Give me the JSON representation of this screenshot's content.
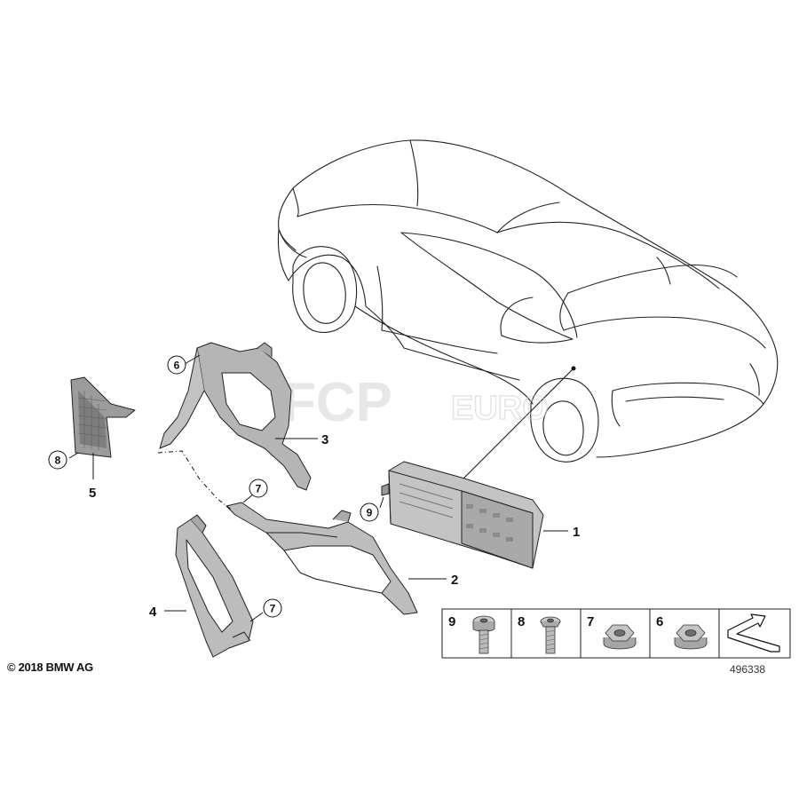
{
  "watermark": {
    "brand": "FCP",
    "suffix": "EURO"
  },
  "callouts": {
    "p1": "1",
    "p2": "2",
    "p3": "3",
    "p4": "4",
    "p5": "5",
    "p6": "6",
    "p7a": "7",
    "p7b": "7",
    "p8": "8",
    "p9": "9"
  },
  "legend": {
    "items": [
      {
        "number": "9",
        "part": "screw"
      },
      {
        "number": "8",
        "part": "screw"
      },
      {
        "number": "7",
        "part": "nut"
      },
      {
        "number": "6",
        "part": "nut"
      }
    ],
    "continuation": "arrow-icon"
  },
  "footer": {
    "copyright": "© 2018 BMW AG",
    "diagram_number": "496338"
  },
  "colors": {
    "line": "#1a1a1a",
    "part_fill": "#b9b9b9",
    "part_dark": "#8e8e8e",
    "watermark": "#cfcfcf"
  }
}
